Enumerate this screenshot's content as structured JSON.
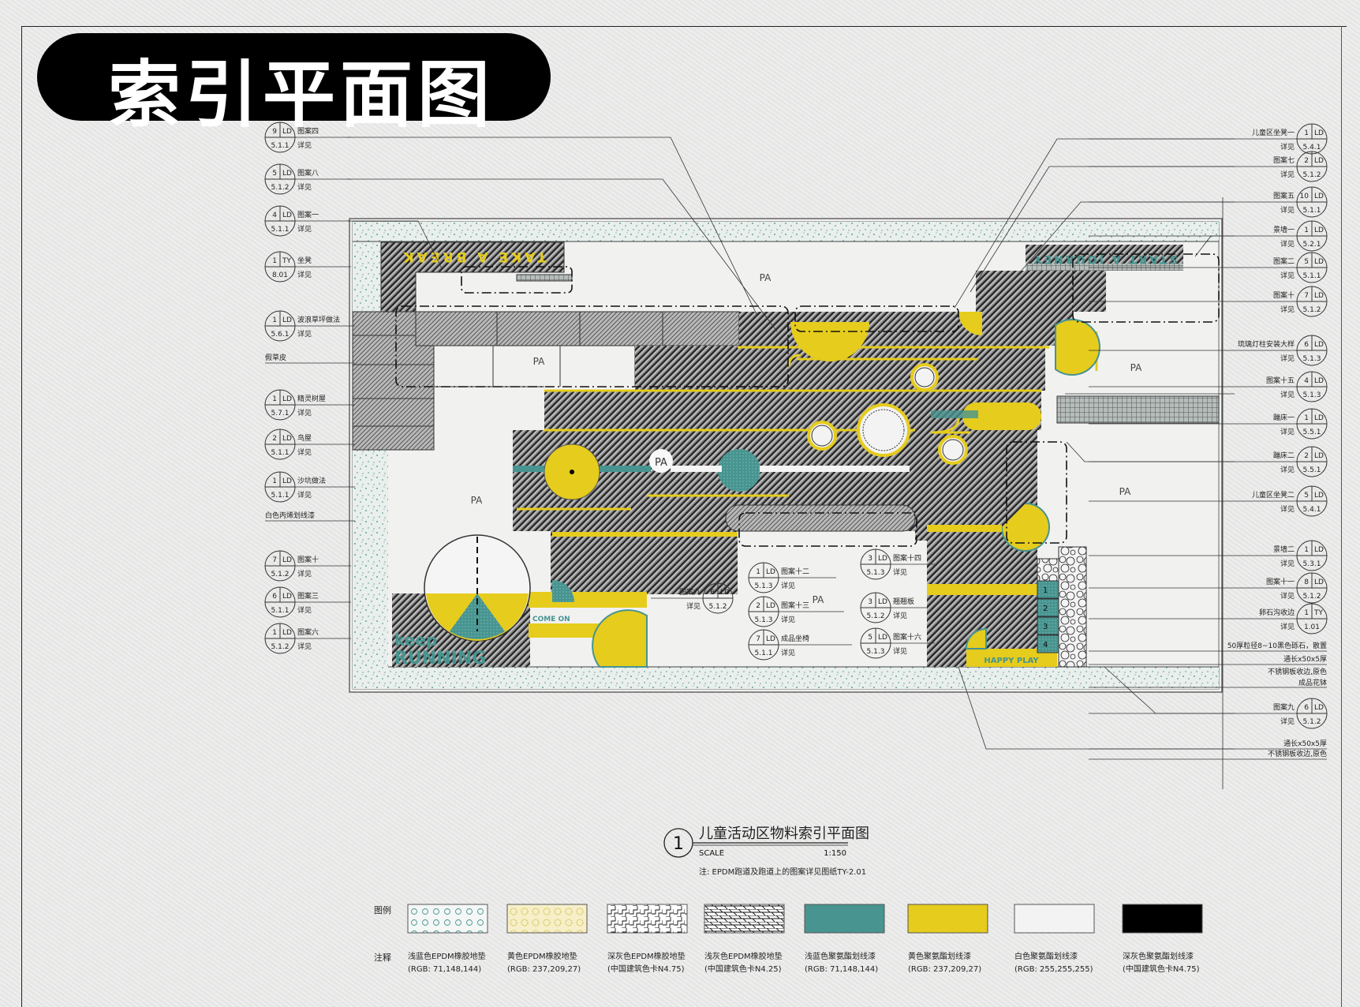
{
  "title": "索引平面图",
  "plan": {
    "pa_label": "PA",
    "signs": {
      "take_a_break": "TAKE A BREAK",
      "start_a_journey": "START A JOURNEY",
      "keep": "keep",
      "running": "RUNNING",
      "come_on": "COME ON",
      "happy_play": "HAPPY PLAY",
      "step_numbers": [
        "1",
        "2",
        "3",
        "4"
      ]
    }
  },
  "callouts_left": [
    {
      "num": "9",
      "code": "LD",
      "sheet": "5.1.1",
      "label": "图案四",
      "see": "详见"
    },
    {
      "num": "5",
      "code": "LD",
      "sheet": "5.1.2",
      "label": "图案八",
      "see": "详见"
    },
    {
      "num": "4",
      "code": "LD",
      "sheet": "5.1.1",
      "label": "图案一",
      "see": "详见"
    },
    {
      "num": "1",
      "code": "TY",
      "sheet": "8.01",
      "label": "坐凳",
      "see": "详见"
    },
    {
      "num": "1",
      "code": "LD",
      "sheet": "5.6.1",
      "label": "波浪草坪做法",
      "see": "详见"
    },
    {
      "label": "假草皮"
    },
    {
      "num": "1",
      "code": "LD",
      "sheet": "5.7.1",
      "label": "精灵树屋",
      "see": "详见"
    },
    {
      "num": "2",
      "code": "LD",
      "sheet": "5.1.1",
      "label": "鸟屋",
      "see": "详见"
    },
    {
      "num": "1",
      "code": "LD",
      "sheet": "5.1.1",
      "label": "沙坑做法",
      "see": "详见"
    },
    {
      "label": "白色丙烯划线漆"
    },
    {
      "num": "7",
      "code": "LD",
      "sheet": "5.1.2",
      "label": "图案十",
      "see": "详见"
    },
    {
      "num": "6",
      "code": "LD",
      "sheet": "5.1.1",
      "label": "图案三",
      "see": "详见"
    },
    {
      "num": "1",
      "code": "LD",
      "sheet": "5.1.2",
      "label": "图案六",
      "see": "详见"
    }
  ],
  "callouts_right": [
    {
      "num": "1",
      "code": "LD",
      "sheet": "5.4.1",
      "label": "儿童区坐凳一",
      "see": "详见"
    },
    {
      "num": "2",
      "code": "LD",
      "sheet": "5.1.2",
      "label": "图案七",
      "see": "详见"
    },
    {
      "num": "10",
      "code": "LD",
      "sheet": "5.1.1",
      "label": "图案五",
      "see": "详见"
    },
    {
      "num": "1",
      "code": "LD",
      "sheet": "5.2.1",
      "label": "景墙一",
      "see": "详见"
    },
    {
      "num": "5",
      "code": "LD",
      "sheet": "5.1.1",
      "label": "图案二",
      "see": "详见"
    },
    {
      "num": "7",
      "code": "LD",
      "sheet": "5.1.2",
      "label": "图案十",
      "see": "详见"
    },
    {
      "num": "6",
      "code": "LD",
      "sheet": "5.1.3",
      "label": "琉璃灯柱安装大样",
      "see": "详见"
    },
    {
      "num": "4",
      "code": "LD",
      "sheet": "5.1.3",
      "label": "图案十五",
      "see": "详见"
    },
    {
      "num": "1",
      "code": "LD",
      "sheet": "5.5.1",
      "label": "蹦床一",
      "see": "详见"
    },
    {
      "num": "2",
      "code": "LD",
      "sheet": "5.5.1",
      "label": "蹦床二",
      "see": "详见"
    },
    {
      "num": "5",
      "code": "LD",
      "sheet": "5.4.1",
      "label": "儿童区坐凳二",
      "see": "详见"
    },
    {
      "num": "1",
      "code": "LD",
      "sheet": "5.3.1",
      "label": "景墙二",
      "see": "详见"
    },
    {
      "num": "8",
      "code": "LD",
      "sheet": "5.1.2",
      "label": "图案十一",
      "see": "详见"
    },
    {
      "num": "1",
      "code": "TY",
      "sheet": "1.01",
      "label": "卵石沟收边",
      "see": "详见"
    },
    {
      "label": "50厚粒径8~10黑色砾石，散置"
    },
    {
      "label": "通长x50x5厚"
    },
    {
      "label": "不锈钢板收边,原色",
      "label2": "成品花钵"
    },
    {
      "num": "6",
      "code": "LD",
      "sheet": "5.1.2",
      "label": "图案九",
      "see": "详见"
    },
    {
      "label": "通长x50x5厚"
    },
    {
      "label": "不锈钢板收边,原色"
    }
  ],
  "callouts_middle": [
    {
      "num": "6",
      "code": "LD",
      "sheet": "5.1.2",
      "label": "图案九",
      "see": "详见",
      "side": "left"
    },
    {
      "num": "1",
      "code": "LD",
      "sheet": "5.1.3",
      "label": "图案十二",
      "see": "详见",
      "side": "right"
    },
    {
      "num": "2",
      "code": "LD",
      "sheet": "5.1.3",
      "label": "图案十三",
      "see": "详见",
      "side": "right"
    },
    {
      "num": "7",
      "code": "LD",
      "sheet": "5.1.1",
      "label": "成品坐椅",
      "see": "详见",
      "side": "right"
    },
    {
      "num": "3",
      "code": "LD",
      "sheet": "5.1.3",
      "label": "图案十四",
      "see": "详见",
      "side": "right"
    },
    {
      "num": "3",
      "code": "LD",
      "sheet": "5.1.2",
      "label": "翘翘板",
      "see": "详见",
      "side": "right"
    },
    {
      "num": "5",
      "code": "LD",
      "sheet": "5.1.3",
      "label": "图案十六",
      "see": "详见",
      "side": "right"
    }
  ],
  "drawing_title": {
    "number": "1",
    "name": "儿童活动区物料索引平面图",
    "scale_label": "SCALE",
    "scale_value": "1:150",
    "note": "注: EPDM跑道及跑道上的图案详见图纸TY-2.01"
  },
  "legend": {
    "title": "图例",
    "notes_title": "注释",
    "items": [
      {
        "name": "浅蓝色EPDM橡胶地垫",
        "spec": "(RGB: 71,148,144)",
        "pattern": "teal-circles",
        "color": "#479490"
      },
      {
        "name": "黄色EPDM橡胶地垫",
        "spec": "(RGB: 237,209,27)",
        "pattern": "yellow-stars",
        "color": "#edd11b"
      },
      {
        "name": "深灰色EPDM橡胶地垫",
        "spec": "(中国建筑色卡N4.75)",
        "pattern": "zigzag",
        "color": "#ffffff"
      },
      {
        "name": "浅灰色EPDM橡胶地垫",
        "spec": "(中国建筑色卡N4.25)",
        "pattern": "brick-hatch",
        "color": "#ffffff"
      },
      {
        "name": "浅蓝色聚氨酯划线漆",
        "spec": "(RGB: 71,148,144)",
        "pattern": "solid",
        "color": "#479490"
      },
      {
        "name": "黄色聚氨酯划线漆",
        "spec": "(RGB: 237,209,27)",
        "pattern": "solid",
        "color": "#e6cc1c"
      },
      {
        "name": "白色聚氨酯划线漆",
        "spec": "(RGB: 255,255,255)",
        "pattern": "solid",
        "color": "#f3f3f3"
      },
      {
        "name": "深灰色聚氨酯划线漆",
        "spec": "(中国建筑色卡N4.75)",
        "pattern": "solid",
        "color": "#000000"
      }
    ]
  },
  "colors": {
    "teal": "#479490",
    "yellow": "#e6cc1c",
    "dark": "#6e6e6e"
  }
}
